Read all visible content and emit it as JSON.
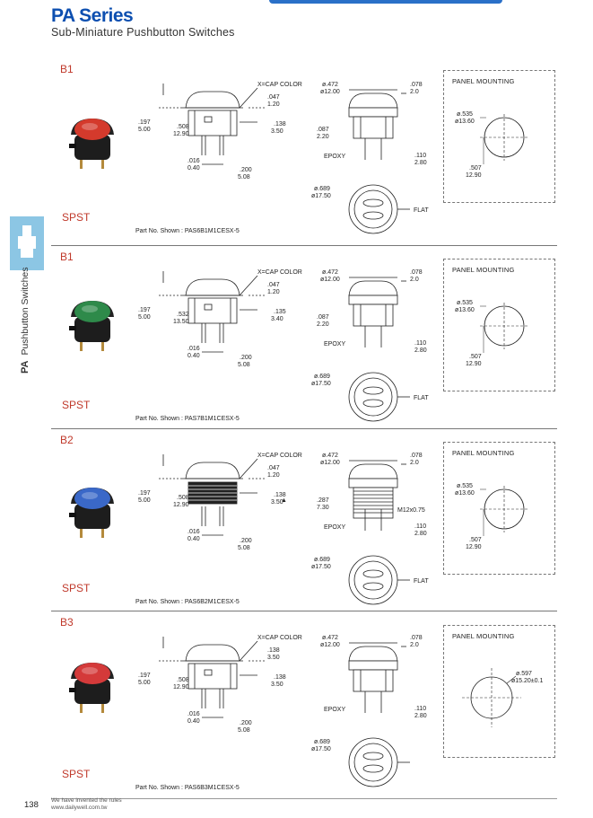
{
  "header": {
    "title": "PA Series",
    "subtitle": "Sub-Miniature Pushbutton Switches"
  },
  "side": {
    "code": "PA",
    "label": "Pushbutton Switches"
  },
  "panel_label": "PANEL MOUNTING",
  "colors": {
    "title": "#0d4fb0",
    "accent_red": "#c0392b",
    "tab": "#8cc6e4"
  },
  "sections": [
    {
      "code": "B1",
      "type": "SPST",
      "part": "Part No. Shown : PAS6B1M1CESX-5",
      "cap_color": "#d43a2c",
      "dims": {
        "cap": "X=CAP COLOR",
        "d1a": ".047",
        "d1b": "1.20",
        "d2a": ".197",
        "d2b": "5.00",
        "d3a": ".508",
        "d3b": "12.90",
        "d4a": ".138",
        "d4b": "3.50",
        "d5a": ".016",
        "d5b": "0.40",
        "d6a": ".200",
        "d6b": "5.08",
        "s1a": "ø.472",
        "s1b": "ø12.00",
        "s2a": ".078",
        "s2b": "2.0",
        "s3a": ".087",
        "s3b": "2.20",
        "s4": "EPOXY",
        "s5a": ".110",
        "s5b": "2.80",
        "b1a": "ø.689",
        "b1b": "ø17.50",
        "b2": "FLAT",
        "p1a": "ø.535",
        "p1b": "ø13.60",
        "p2a": ".507",
        "p2b": "12.90"
      }
    },
    {
      "code": "B1",
      "type": "SPST",
      "part": "Part No. Shown : PAS7B1M1CESX-5",
      "cap_color": "#2e8a4a",
      "dims": {
        "cap": "X=CAP COLOR",
        "d1a": ".047",
        "d1b": "1.20",
        "d2a": ".197",
        "d2b": "5.00",
        "d3a": ".532",
        "d3b": "13.50",
        "d4a": ".135",
        "d4b": "3.40",
        "d5a": ".016",
        "d5b": "0.40",
        "d6a": ".200",
        "d6b": "5.08",
        "s1a": "ø.472",
        "s1b": "ø12.00",
        "s2a": ".078",
        "s2b": "2.0",
        "s3a": ".087",
        "s3b": "2.20",
        "s4": "EPOXY",
        "s5a": ".110",
        "s5b": "2.80",
        "b1a": "ø.689",
        "b1b": "ø17.50",
        "b2": "FLAT",
        "p1a": "ø.535",
        "p1b": "ø13.60",
        "p2a": ".507",
        "p2b": "12.90"
      }
    },
    {
      "code": "B2",
      "type": "SPST",
      "part": "Part No. Shown : PAS6B2M1CESX-5",
      "cap_color": "#3a68c8",
      "dims": {
        "cap": "X=CAP COLOR",
        "d1a": ".047",
        "d1b": "1.20",
        "d2a": ".197",
        "d2b": "5.00",
        "d3a": ".508",
        "d3b": "12.90",
        "d4a": ".138",
        "d4b": "3.50",
        "d5a": ".016",
        "d5b": "0.40",
        "d6a": ".200",
        "d6b": "5.08",
        "s1a": "ø.472",
        "s1b": "ø12.00",
        "s2a": ".078",
        "s2b": "2.0",
        "s3a": ".287",
        "s3b": "7.30",
        "s4": "EPOXY",
        "s5a": ".110",
        "s5b": "2.80",
        "s6": "M12x0.75",
        "b1a": "ø.689",
        "b1b": "ø17.50",
        "b2": "FLAT",
        "p1a": "ø.535",
        "p1b": "ø13.60",
        "p2a": ".507",
        "p2b": "12.90"
      }
    },
    {
      "code": "B3",
      "type": "SPST",
      "part": "Part No. Shown : PAS6B3M1CESX-5",
      "cap_color": "#d43a3a",
      "dims": {
        "cap": "X=CAP COLOR",
        "d1a": ".138",
        "d1b": "3.50",
        "d2a": ".197",
        "d2b": "5.00",
        "d3a": ".508",
        "d3b": "12.90",
        "d4a": ".138",
        "d4b": "3.50",
        "d5a": ".016",
        "d5b": "0.40",
        "d6a": ".200",
        "d6b": "5.08",
        "s1a": "ø.472",
        "s1b": "ø12.00",
        "s2a": ".078",
        "s2b": "2.0",
        "s4": "EPOXY",
        "s5a": ".110",
        "s5b": "2.80",
        "b1a": "ø.689",
        "b1b": "ø17.50",
        "p1a": "ø.597",
        "p1b": "ø15.20±0.1"
      }
    }
  ],
  "footer": {
    "page": "138",
    "slogan": "We have invented the rules",
    "url": "www.dailywell.com.tw"
  }
}
